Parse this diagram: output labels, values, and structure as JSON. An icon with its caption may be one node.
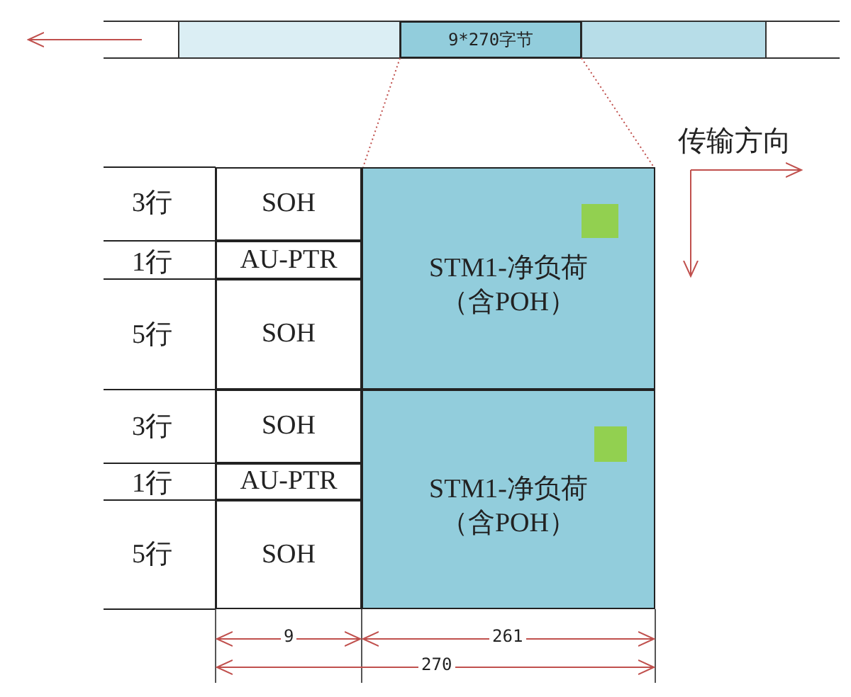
{
  "diagram": {
    "nodes": [
      {
        "text": [
          "9*270字节"
        ]
      },
      {
        "text": [
          "SOH"
        ]
      },
      {
        "text": [
          "AU-PTR"
        ]
      },
      {
        "text": [
          "SOH"
        ]
      },
      {
        "text": [
          "STM1-净负荷",
          "（含POH）"
        ]
      },
      {
        "text": [
          "SOH"
        ]
      },
      {
        "text": [
          "AU-PTR"
        ]
      },
      {
        "text": [
          "SOH"
        ]
      },
      {
        "text": [
          "STM1-净负荷",
          "（含POH）"
        ]
      }
    ],
    "edges": [
      {
        "from": 0,
        "to": 4,
        "arrow": "none",
        "style": "dashed",
        "color": "#c0504d"
      },
      {
        "from": 0,
        "to": 4,
        "arrow": "none",
        "style": "dashed",
        "color": "#c0504d"
      }
    ],
    "labels": [
      "传输方向",
      "3行",
      "1行",
      "5行",
      "3行",
      "1行",
      "5行",
      "9",
      "261",
      "270"
    ]
  }
}
